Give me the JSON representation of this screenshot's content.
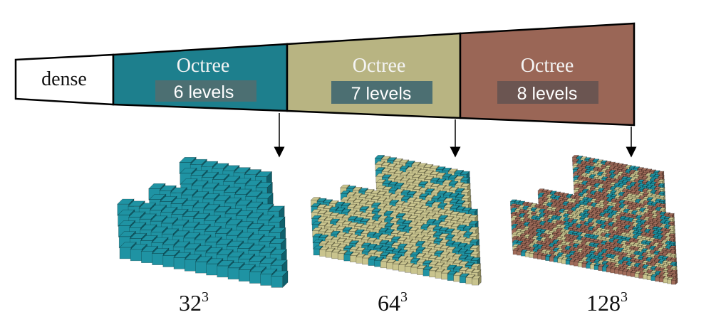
{
  "colors": {
    "dense": "#ffffff",
    "level6": "#1d7f8d",
    "level7": "#b8b482",
    "level8": "#9a6656",
    "levelBox": "#4c6f72",
    "levelBoxDark": "#6b5551",
    "outline": "#000000",
    "voxelTeal": "#1f93a3",
    "voxelTealDark": "#10606c",
    "voxelOlive": "#c9c48e",
    "voxelOliveDark": "#8d8a5e",
    "voxelBrown": "#a16c5a",
    "voxelBrownDark": "#6e4638"
  },
  "bar": {
    "dense_label": "dense",
    "segments": [
      {
        "title": "Octree",
        "levels": "6 levels"
      },
      {
        "title": "Octree",
        "levels": "7 levels"
      },
      {
        "title": "Octree",
        "levels": "8 levels"
      }
    ]
  },
  "resolutions": [
    {
      "base": "32",
      "exp": "3"
    },
    {
      "base": "64",
      "exp": "3"
    },
    {
      "base": "128",
      "exp": "3"
    }
  ]
}
